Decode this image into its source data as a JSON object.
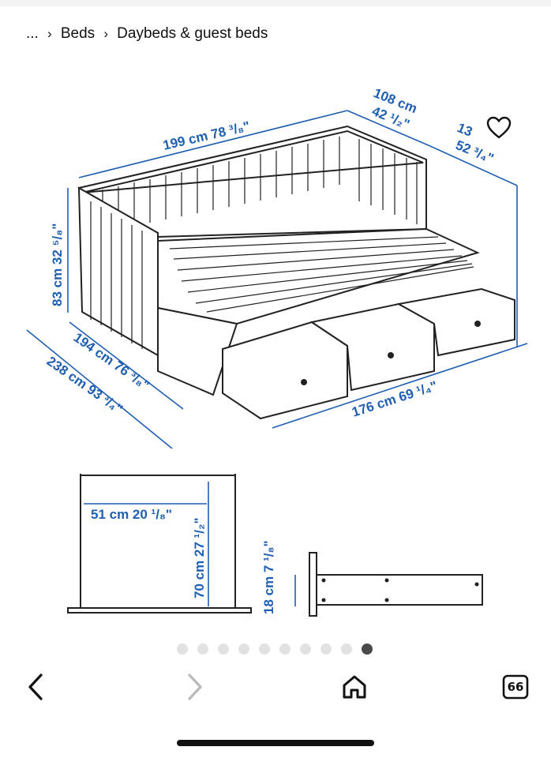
{
  "breadcrumb": {
    "ellipsis": "...",
    "items": [
      "Beds",
      "Daybeds & guest beds"
    ]
  },
  "product_image": {
    "dimensions": {
      "width_top": "199 cm 78 ³/₈\"",
      "depth_top_cm": "108 cm",
      "depth_top_in": "42 ¹/₂\"",
      "depth_ext_cm": "13",
      "depth_ext_in": "52 ³/₄\"",
      "height": "83 cm 32 ⁵/₈\"",
      "length_inner": "194 cm 76 ³/₈\"",
      "length_outer": "238 cm 93 ³/₄\"",
      "width_bottom": "176 cm 69 ¹/₄\"",
      "seat_depth": "51 cm 20 ¹/₈\"",
      "seat_height": "70 cm 27 ¹/₂\"",
      "drawer_height": "18 cm 7 ¹/₈\""
    }
  },
  "gallery": {
    "dot_count": 10,
    "active_index": 9
  },
  "bottom_nav": {
    "tabs_count": "66"
  },
  "icons": {
    "favorite": "heart-icon",
    "back": "chevron-left-icon",
    "forward": "chevron-right-icon",
    "home": "home-icon",
    "tabs": "tabs-icon"
  },
  "colors": {
    "dimension_blue": "#1f5fb2",
    "active_dot": "#4a4a4a",
    "inactive_dot": "#e2e2e2",
    "disabled_icon": "#b9b9b9"
  }
}
